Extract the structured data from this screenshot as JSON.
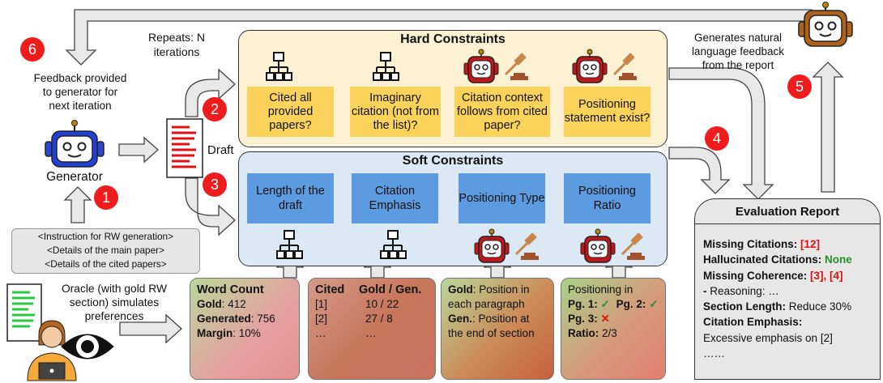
{
  "repeats_text": "Repeats: N iterations",
  "repeats_lines": [
    "Repeats: N",
    "iterations"
  ],
  "feedback_lines": [
    "Feedback provided",
    "to generator for",
    "next iteration"
  ],
  "generator_label": "Generator",
  "draft_label": "Draft",
  "instructions": [
    "<Instruction for RW generation>",
    "<Details of the main paper>",
    "<Details of the cited papers>"
  ],
  "oracle_lines": [
    "Oracle (with gold RW",
    "section) simulates",
    "preferences"
  ],
  "hard": {
    "title": "Hard Constraints",
    "items": [
      {
        "label": "Cited all provided papers?",
        "icon": "hierarchy-icon"
      },
      {
        "label": "Imaginary citation (not from the list)?",
        "icon": "hierarchy-icon"
      },
      {
        "label": "Citation context follows from cited paper?",
        "icon": "robot-judge-icon"
      },
      {
        "label": "Positioning statement exist?",
        "icon": "robot-judge-icon"
      }
    ]
  },
  "soft": {
    "title": "Soft Constraints",
    "items": [
      {
        "label": "Length of the draft",
        "icon": "hierarchy-icon"
      },
      {
        "label": "Citation Emphasis",
        "icon": "hierarchy-icon"
      },
      {
        "label": "Positioning Type",
        "icon": "robot-judge-icon"
      },
      {
        "label": "Positioning Ratio",
        "icon": "robot-judge-icon"
      }
    ]
  },
  "steps": [
    "1",
    "2",
    "3",
    "4",
    "5",
    "6"
  ],
  "generates_lines": [
    "Generates natural",
    "language feedback",
    "from the report"
  ],
  "metrics": {
    "word_count": {
      "title": "Word Count",
      "gold_k": "Gold",
      "gold_v": ": 412",
      "gen_k": "Generated",
      "gen_v": ": 756",
      "margin_k": "Margin",
      "margin_v": ": 10%"
    },
    "cited": {
      "h1": "Cited",
      "h2": "Gold / Gen.",
      "rows": [
        [
          "[1]",
          "10 / 22"
        ],
        [
          "[2]",
          "27 / 8"
        ],
        [
          "…",
          "…"
        ]
      ]
    },
    "position": {
      "gold_k": "Gold",
      "gold_v": ": Position in each paragraph",
      "gen_k": "Gen.",
      "gen_v": ": Position at the end of section"
    },
    "ratio": {
      "line1": "Positioning in",
      "pg1": "Pg. 1:",
      "pg2": "Pg. 2:",
      "pg3": "Pg. 3:",
      "ratio_k": "Ratio:",
      "ratio_v": "2/3",
      "check": "✓",
      "cross": "✕"
    }
  },
  "report": {
    "title": "Evaluation Report",
    "missing_citations_k": "Missing Citations:",
    "missing_citations_v": "[12]",
    "halluc_k": "Hallucinated Citations:",
    "halluc_v": "None",
    "coherence_k": "Missing Coherence:",
    "coherence_v": "[3], [4]",
    "reasoning": "- Reasoning: …",
    "reasoning_k": "- ",
    "reasoning_v": "Reasoning: …",
    "length_k": "Section Length:",
    "length_v": "Reduce 30%",
    "emph_k": "Citation Emphasis:",
    "emph_v": "Excessive emphasis on [2]",
    "ellipsis": "……"
  },
  "colors": {
    "step_red": "#ee1c1c",
    "hard_bg": "#fdf1d3",
    "hard_label": "#fbd35a",
    "soft_bg": "#dce9f5",
    "soft_label": "#5d9be0",
    "generator_blue": "#1f3fd6",
    "judge_red": "#c0171a",
    "feedback_orange": "#b0621c",
    "oracle_green": "#27c93f"
  }
}
